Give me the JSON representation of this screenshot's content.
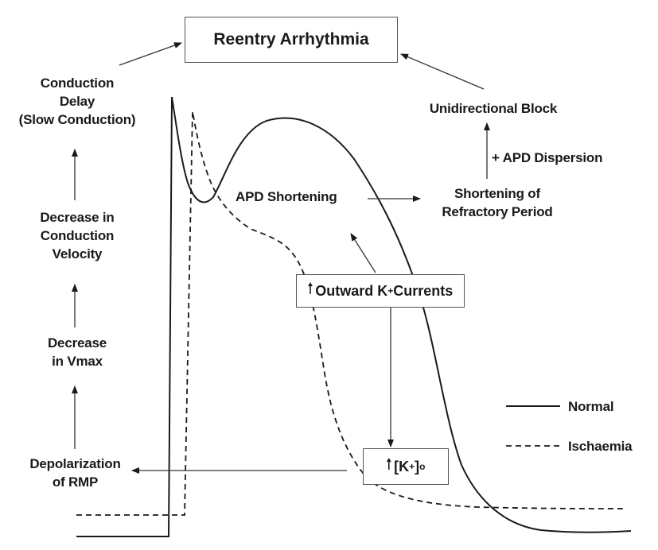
{
  "title": "Reentry Arrhythmia",
  "left_chain": {
    "conduction_delay": [
      "Conduction",
      "Delay",
      "(Slow Conduction)"
    ],
    "decrease_velocity": [
      "Decrease  in",
      "Conduction",
      "Velocity"
    ],
    "decrease_vmax": [
      "Decrease",
      "in Vmax"
    ],
    "depolarization": [
      "Depolarization",
      "of RMP"
    ]
  },
  "right_chain": {
    "unidirectional_block": "Unidirectional Block",
    "apd_dispersion": "+ APD Dispersion",
    "shortening_refractory": [
      "Shortening of",
      "Refractory Period"
    ]
  },
  "center": {
    "apd_shortening": "APD Shortening",
    "outward_currents": {
      "prefix": "Outward K",
      "sup": "+",
      "suffix": "Currents"
    },
    "k_out": {
      "prefix": "[K",
      "sup": "+",
      "close": "]",
      "sub": "o"
    }
  },
  "legend": [
    {
      "label": "Normal",
      "style": "solid"
    },
    {
      "label": "Ischaemia",
      "style": "dashed"
    }
  ],
  "colors": {
    "ink": "#1a1a1a",
    "arrow": "#333333",
    "box_border": "#555555"
  }
}
